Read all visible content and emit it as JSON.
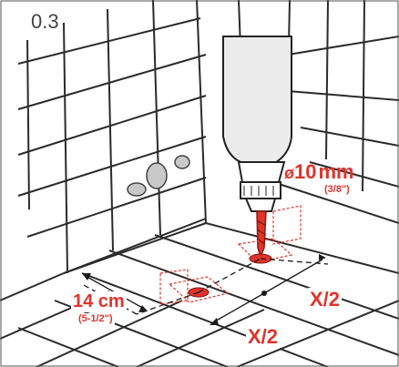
{
  "step": "0.3",
  "drill": {
    "diameter_symbol": "ø",
    "diameter_value": "10",
    "diameter_unit": "mm",
    "diameter_imperial": "(3/8\")"
  },
  "offset": {
    "metric": "14 cm",
    "imperial": "(5-1/2\")"
  },
  "half_span_right": "X/2",
  "half_span_bottom": "X/2",
  "colors": {
    "accent_red": "#e2332b",
    "tile_line": "#2b2b2b",
    "frame": "#555555"
  }
}
